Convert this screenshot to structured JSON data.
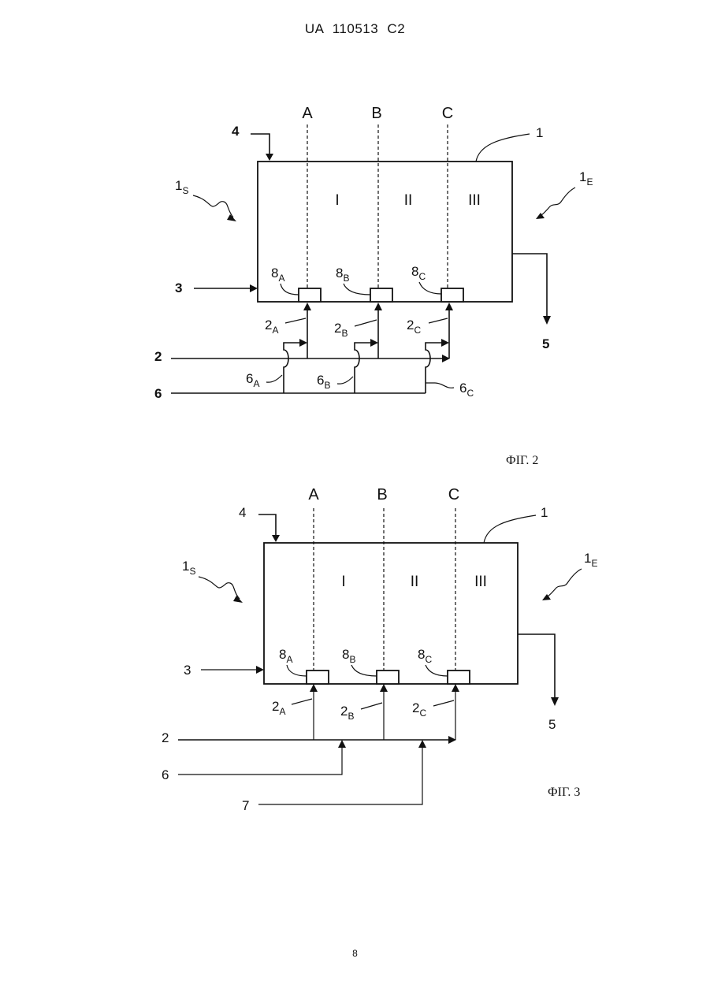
{
  "header": {
    "text": "UA   110513   C2"
  },
  "page_number": "8",
  "fig2": {
    "caption": "ФІГ. 2",
    "line_labels": [
      "A",
      "B",
      "C"
    ],
    "zone_labels": [
      "I",
      "II",
      "III"
    ],
    "ref_1": "1",
    "ref_1s_main": "1",
    "ref_1s_sub": "S",
    "ref_1e_main": "1",
    "ref_1e_sub": "E",
    "ref_2": "2",
    "ref_3": "3",
    "ref_4": "4",
    "ref_5": "5",
    "ref_6": "6",
    "injectors": [
      {
        "main": "8",
        "sub": "A"
      },
      {
        "main": "8",
        "sub": "B"
      },
      {
        "main": "8",
        "sub": "C"
      }
    ],
    "feed_branches": [
      {
        "main": "2",
        "sub": "A"
      },
      {
        "main": "2",
        "sub": "B"
      },
      {
        "main": "2",
        "sub": "C"
      }
    ],
    "bypass_branches": [
      {
        "main": "6",
        "sub": "A"
      },
      {
        "main": "6",
        "sub": "B"
      },
      {
        "main": "6",
        "sub": "C"
      }
    ]
  },
  "fig3": {
    "caption": "ФІГ. 3",
    "line_labels": [
      "A",
      "B",
      "C"
    ],
    "zone_labels": [
      "I",
      "II",
      "III"
    ],
    "ref_1": "1",
    "ref_1s_main": "1",
    "ref_1s_sub": "S",
    "ref_1e_main": "1",
    "ref_1e_sub": "E",
    "ref_2": "2",
    "ref_3": "3",
    "ref_4": "4",
    "ref_5": "5",
    "ref_6": "6",
    "ref_7": "7",
    "injectors": [
      {
        "main": "8",
        "sub": "A"
      },
      {
        "main": "8",
        "sub": "B"
      },
      {
        "main": "8",
        "sub": "C"
      }
    ],
    "feed_branches": [
      {
        "main": "2",
        "sub": "A"
      },
      {
        "main": "2",
        "sub": "B"
      },
      {
        "main": "2",
        "sub": "C"
      }
    ]
  }
}
